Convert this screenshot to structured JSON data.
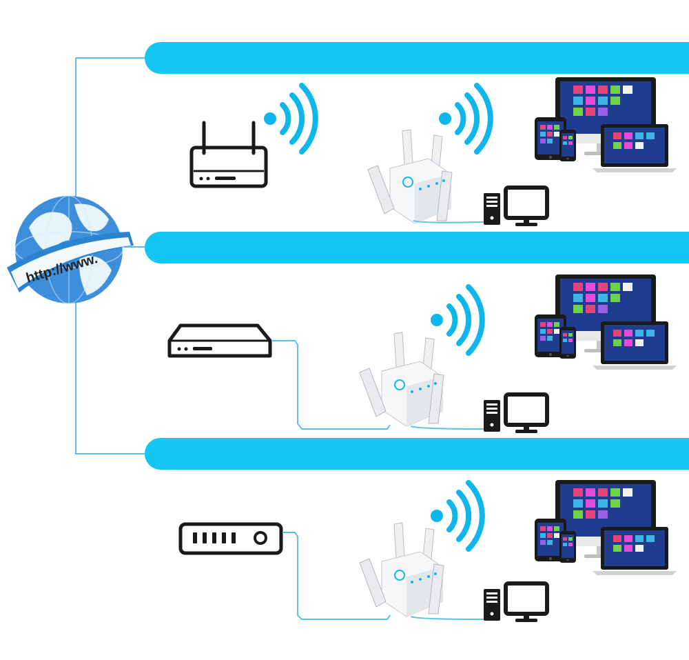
{
  "globe": {
    "label": "http://www."
  },
  "colors": {
    "band": "#14c7f2",
    "line": "#5fc0e0",
    "wifi": "#0fb6ea",
    "device_dark": "#1a1a1a",
    "screen_bg": "#1f3c8f",
    "globe_sea": "#3d8fdc",
    "globe_land": "#e8f4fc"
  },
  "rows": [
    {
      "router": "wifi-router",
      "connection": "wireless"
    },
    {
      "router": "wired-router",
      "connection": "ethernet"
    },
    {
      "router": "modem",
      "connection": "ethernet"
    }
  ],
  "app_tile_colors": [
    "#e6457b",
    "#e64bd6",
    "#e6457b",
    "#6fd24a",
    "#f1f1f1",
    "#40b3e6",
    "#e64bd6",
    "#40b3e6",
    "#e6457b",
    "#9a5fe6",
    "#6fd24a",
    "#f1f1f1"
  ]
}
